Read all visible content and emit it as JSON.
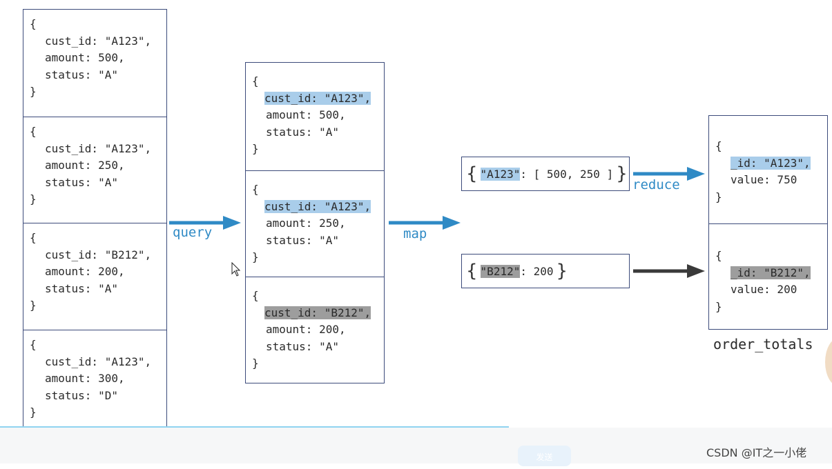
{
  "orders": {
    "label": "orders",
    "docs": [
      {
        "open": "{",
        "l1": "cust_id: \"A123\",",
        "l2": "amount: 500,",
        "l3": "status: \"A\"",
        "close": "}"
      },
      {
        "open": "{",
        "l1": "cust_id: \"A123\",",
        "l2": "amount: 250,",
        "l3": "status: \"A\"",
        "close": "}"
      },
      {
        "open": "{",
        "l1": "cust_id: \"B212\",",
        "l2": "amount: 200,",
        "l3": "status: \"A\"",
        "close": "}"
      },
      {
        "open": "{",
        "l1": "cust_id: \"A123\",",
        "l2": "amount: 300,",
        "l3": "status: \"D\"",
        "close": "}"
      }
    ]
  },
  "query_arrow": {
    "label": "query",
    "color": "#2f8ac5"
  },
  "filtered": {
    "docs": [
      {
        "open": "{",
        "l1": "cust_id: \"A123\",",
        "l2": "amount: 500,",
        "l3": "status: \"A\"",
        "close": "}"
      },
      {
        "open": "{",
        "l1": "cust_id: \"A123\",",
        "l2": "amount: 250,",
        "l3": "status: \"A\"",
        "close": "}"
      },
      {
        "open": "{",
        "l1": "cust_id: \"B212\",",
        "l2": "amount: 200,",
        "l3": "status: \"A\"",
        "close": "}"
      }
    ]
  },
  "map_arrow": {
    "label": "map",
    "color": "#2f8ac5"
  },
  "mapped": [
    {
      "open": "{",
      "key": "\"A123\"",
      "rest": ": [ 500, 250 ]",
      "close": "}"
    },
    {
      "open": "{",
      "key": "\"B212\"",
      "rest": ": 200",
      "close": "}"
    }
  ],
  "reduce_arrow": {
    "label": "reduce",
    "color": "#2f8ac5"
  },
  "plain_arrow": {
    "color": "#3a3a3a"
  },
  "order_totals": {
    "label": "order_totals",
    "docs": [
      {
        "open": "{",
        "l1": "_id: \"A123\",",
        "l2": "value: 750",
        "close": "}"
      },
      {
        "open": "{",
        "l1": "_id: \"B212\",",
        "l2": "value: 200",
        "close": "}"
      }
    ]
  },
  "colors": {
    "highlight_blue": "#a9cdea",
    "highlight_gray": "#9d9d9d",
    "border": "#3b4a7a"
  },
  "send_button": {
    "label": "发送"
  },
  "watermark": "CSDN @IT之一小佬"
}
